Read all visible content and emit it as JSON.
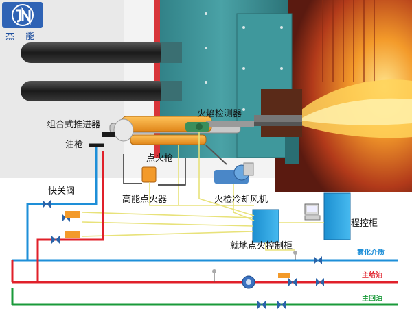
{
  "logo": {
    "text": "杰 能",
    "mark": "JN-logo-icon"
  },
  "labels": {
    "push_unit": "组合式推进器",
    "flame_detector": "火焰检测器",
    "oil_gun": "油枪",
    "igniter_gun": "点火枪",
    "hp_igniter": "高能点火器",
    "cooling_fan": "火检冷却风机",
    "quick_valve": "快关阀",
    "plc_cabinet": "程控柜",
    "local_panel": "就地点火控制柜"
  },
  "pipes": {
    "atomizing": {
      "label": "雾化介质",
      "color": "#1e8fd8"
    },
    "supply_oil": {
      "label": "主给油",
      "color": "#e0202a"
    },
    "return_oil": {
      "label": "主回油",
      "color": "#1a9a3a"
    }
  },
  "colors": {
    "furnace": "#3b9296",
    "flame": "#f08a1e",
    "actuator": "#f5a623",
    "cabinet": "#2aa6e0",
    "signal": "#e8e27a"
  }
}
